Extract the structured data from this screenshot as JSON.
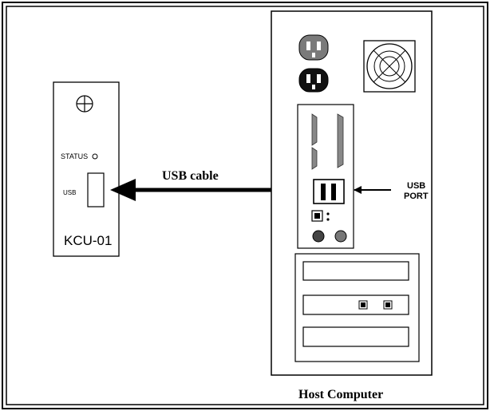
{
  "device": {
    "status_label": "STATUS",
    "usb_label": "USB",
    "name": "KCU-01"
  },
  "cable": {
    "label": "USB cable"
  },
  "host": {
    "port_label_line1": "USB",
    "port_label_line2": "PORT",
    "caption": "Host Computer"
  },
  "icons": {
    "power_outlet": "power-outlet-icon",
    "fan": "fan-icon",
    "mounting_screw": "screw-icon"
  }
}
